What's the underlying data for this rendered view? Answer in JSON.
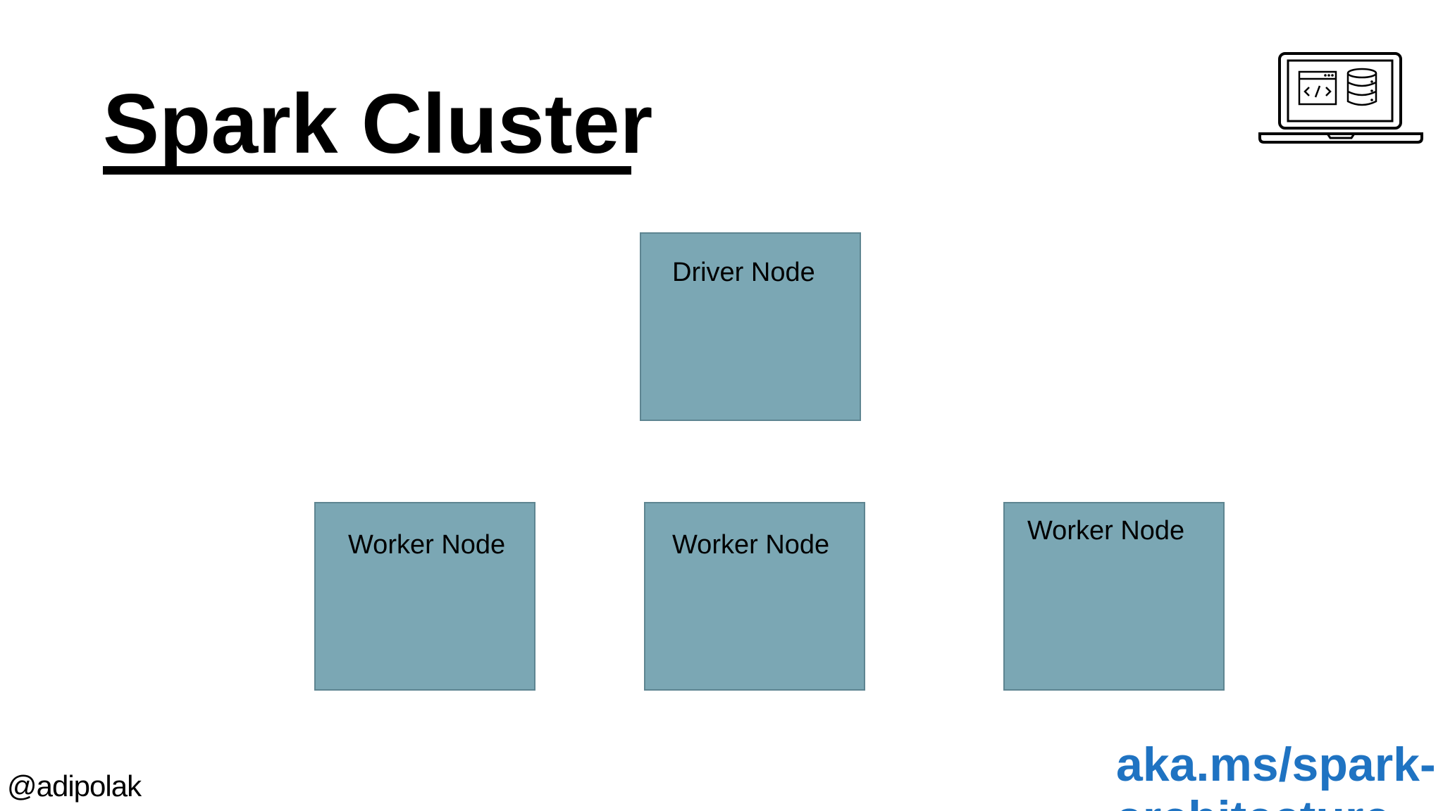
{
  "slide": {
    "title": "Spark Cluster",
    "handle": "@adipolak",
    "link": "aka.ms/spark-architecture"
  },
  "nodes": [
    {
      "id": "driver",
      "label": "Driver Node"
    },
    {
      "id": "worker-1",
      "label": "Worker Node"
    },
    {
      "id": "worker-2",
      "label": "Worker Node"
    },
    {
      "id": "worker-3",
      "label": "Worker Node"
    }
  ],
  "colors": {
    "node_fill": "#7ba7b4",
    "node_border": "#5e8591",
    "link": "#1f73c2",
    "text": "#000000"
  },
  "icons": {
    "corner": "laptop-code-database-icon"
  }
}
